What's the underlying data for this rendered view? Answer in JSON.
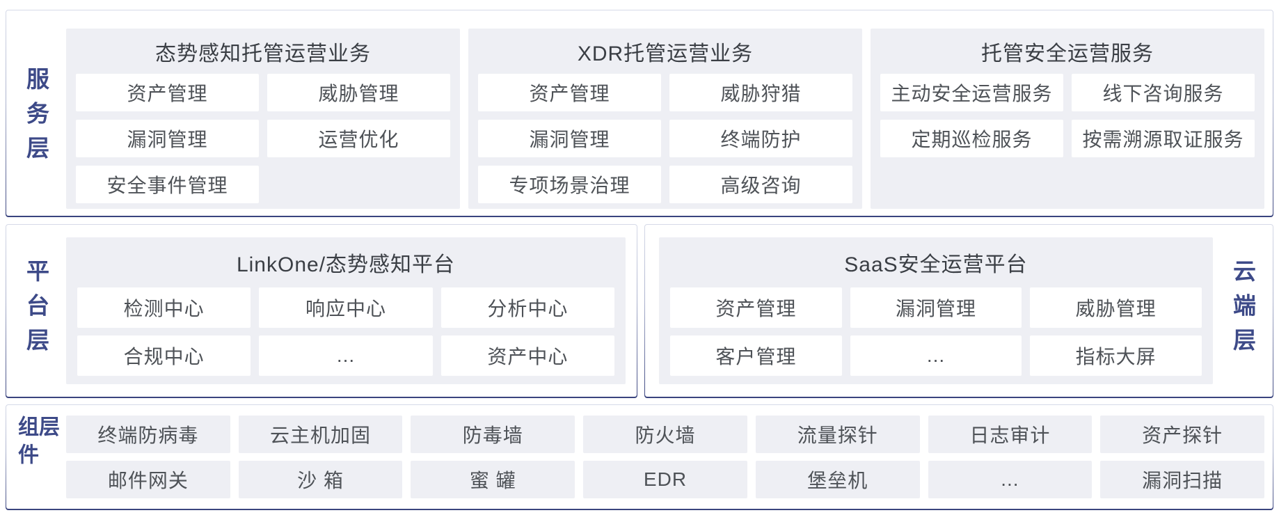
{
  "colors": {
    "layer_label": "#3d4a88",
    "border_top": "#d6dae8",
    "border_bottom": "#39437e",
    "group_bg": "#eeeff4",
    "cell_bg": "#ffffff",
    "title_text": "#3a3e44",
    "cell_text": "#4e5257"
  },
  "service_layer": {
    "label": "服务层",
    "groups": [
      {
        "title": "态势感知托管运营业务",
        "items": [
          "资产管理",
          "威胁管理",
          "漏洞管理",
          "运营优化",
          "安全事件管理"
        ]
      },
      {
        "title": "XDR托管运营业务",
        "items": [
          "资产管理",
          "威胁狩猎",
          "漏洞管理",
          "终端防护",
          "专项场景治理",
          "高级咨询"
        ]
      },
      {
        "title": "托管安全运营服务",
        "items": [
          "主动安全运营服务",
          "线下咨询服务",
          "定期巡检服务",
          "按需溯源取证服务"
        ]
      }
    ]
  },
  "platform_layer": {
    "label": "平台层",
    "group": {
      "title": "LinkOne/态势感知平台",
      "items": [
        "检测中心",
        "响应中心",
        "分析中心",
        "合规中心",
        "...",
        "资产中心"
      ]
    }
  },
  "cloud_layer": {
    "label": "云端层",
    "group": {
      "title": "SaaS安全运营平台",
      "items": [
        "资产管理",
        "漏洞管理",
        "威胁管理",
        "客户管理",
        "...",
        "指标大屏"
      ]
    }
  },
  "component_layer": {
    "label": "组件层",
    "items": [
      "终端防病毒",
      "云主机加固",
      "防毒墙",
      "防火墙",
      "流量探针",
      "日志审计",
      "资产探针",
      "邮件网关",
      "沙 箱",
      "蜜 罐",
      "EDR",
      "堡垒机",
      "...",
      "漏洞扫描"
    ]
  }
}
